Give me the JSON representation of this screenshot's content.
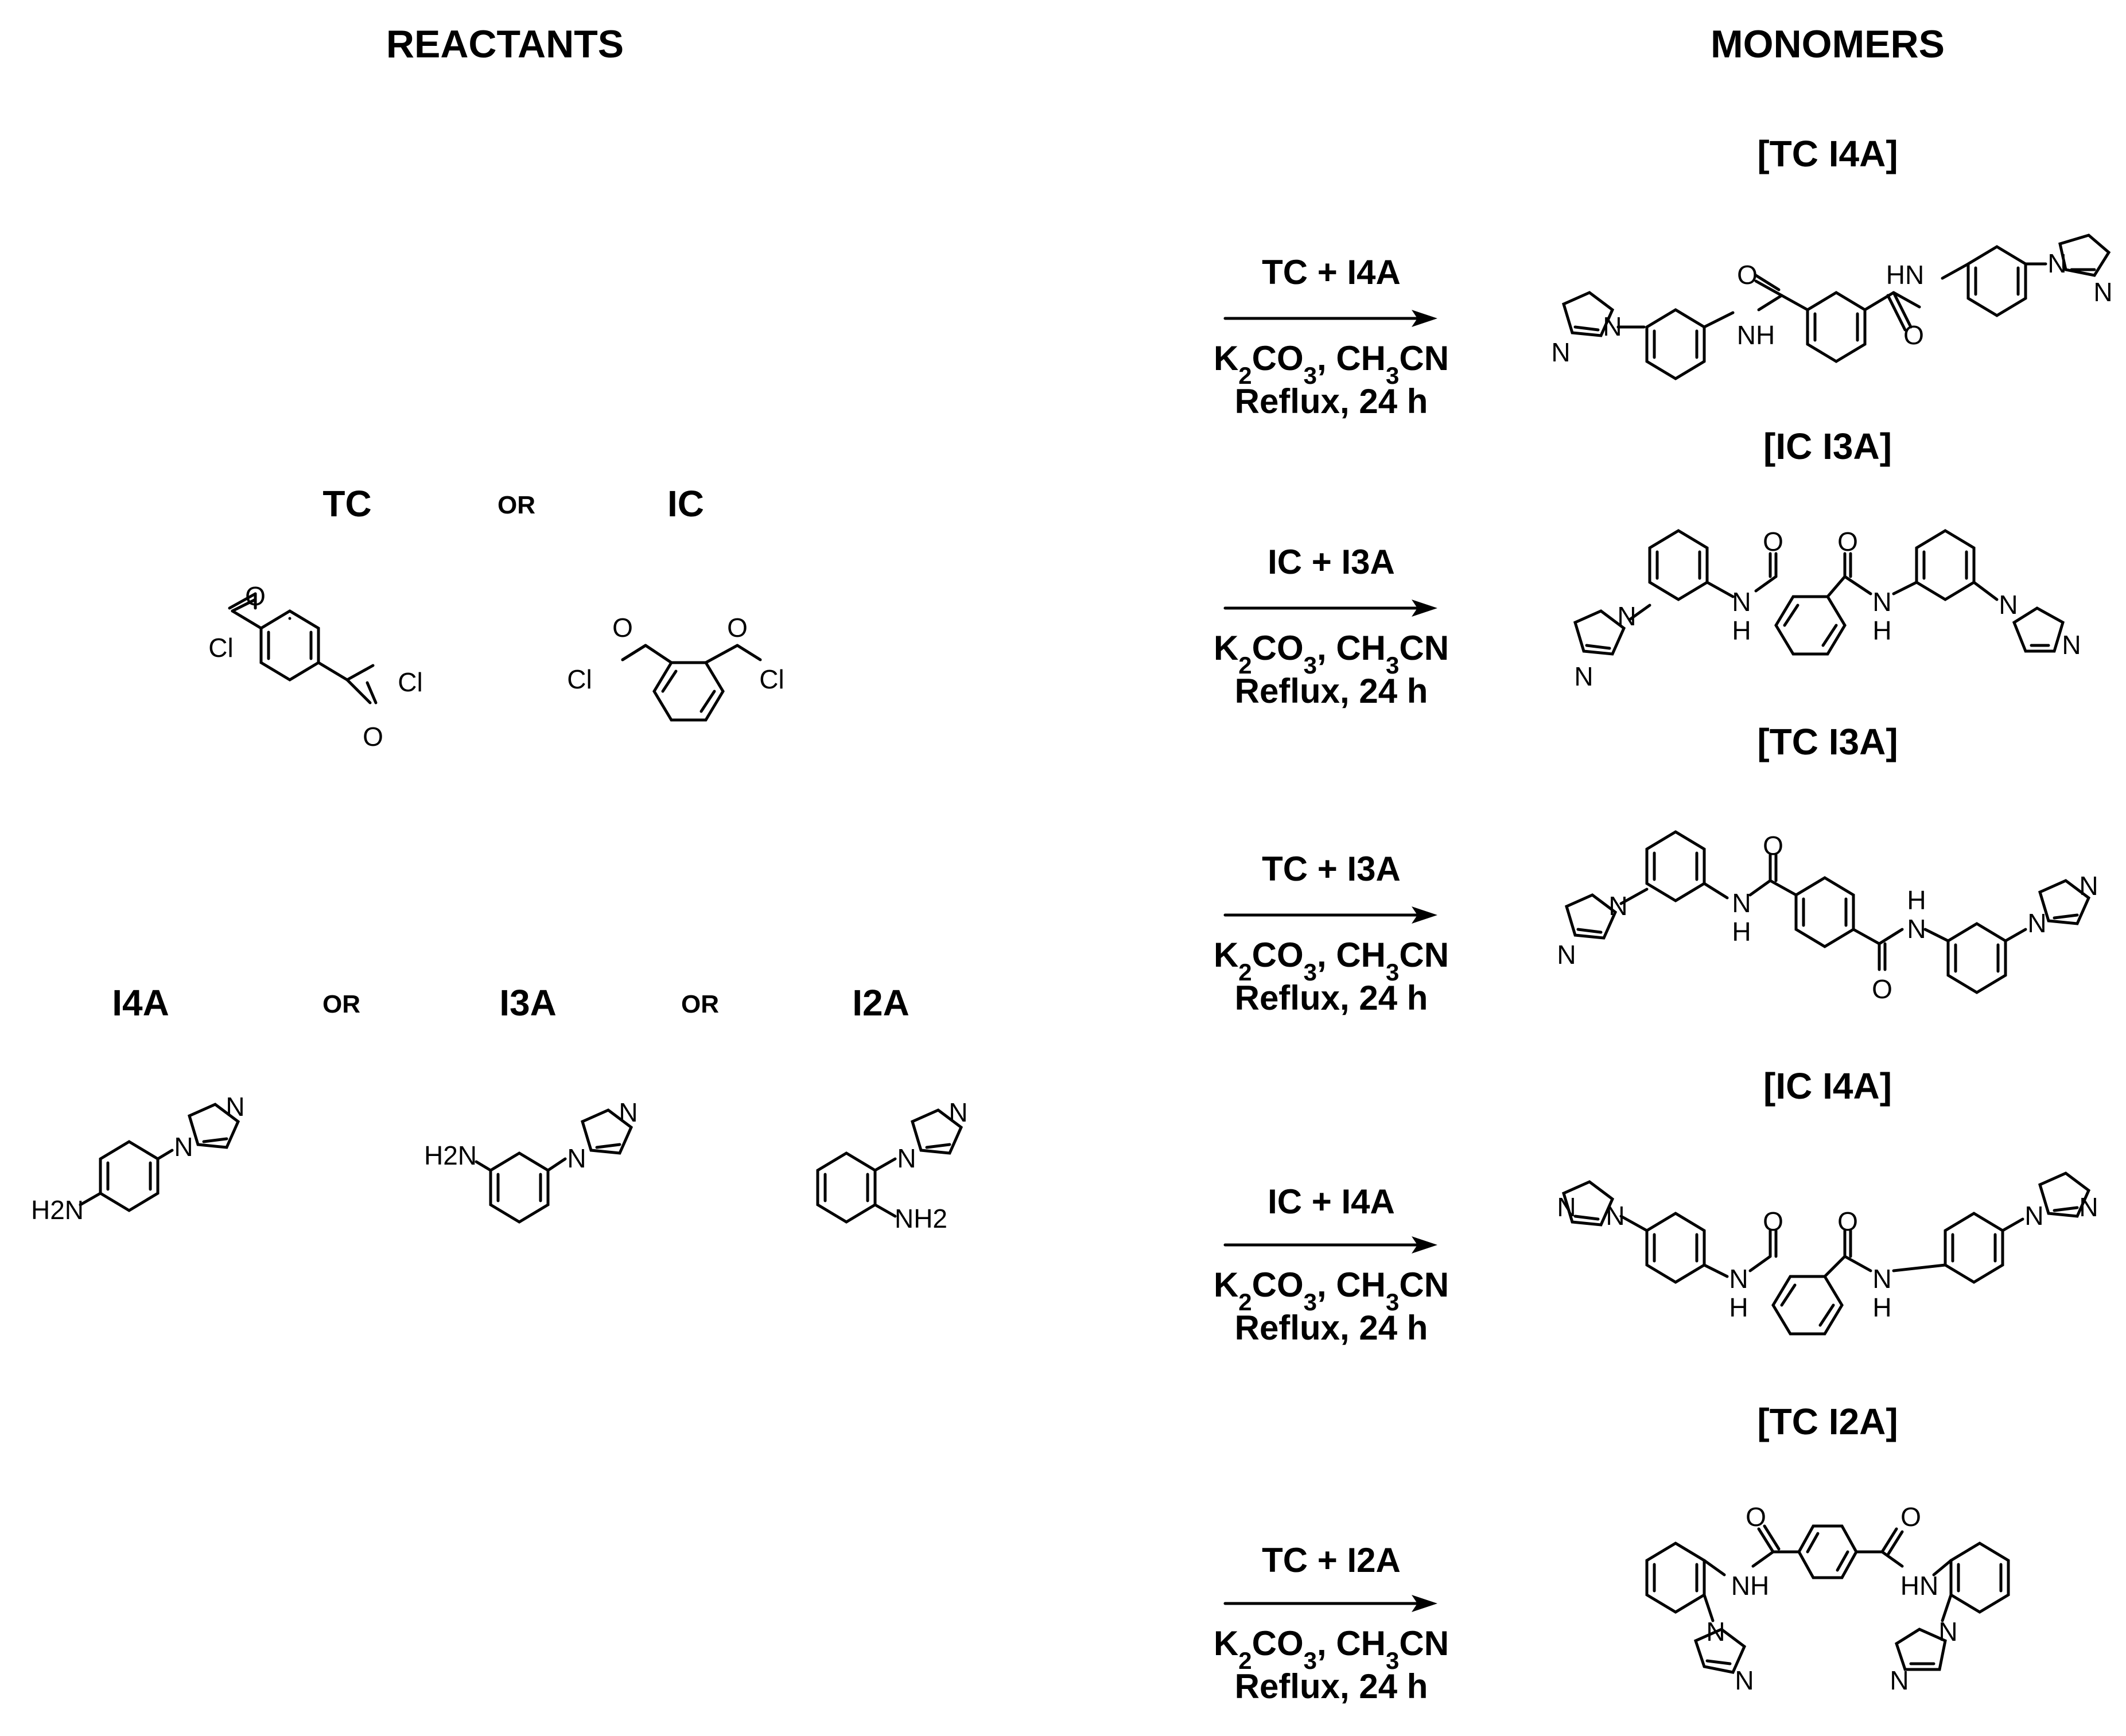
{
  "headings": {
    "reactants": "REACTANTS",
    "monomers": "MONOMERS"
  },
  "acid_chlorides": {
    "tc": "TC",
    "or": "OR",
    "ic": "IC"
  },
  "amines": {
    "i4a": "I4A",
    "or1": "OR",
    "i3a": "I3A",
    "or2": "OR",
    "i2a": "I2A"
  },
  "reactions": [
    {
      "reagents": "TC + I4A",
      "base": "K2CO3, CH3CN",
      "time": "Reflux, 24 h",
      "product": "[TC I4A]"
    },
    {
      "reagents": "IC + I3A",
      "base": "K2CO3, CH3CN",
      "time": "Reflux, 24 h",
      "product": "[IC I3A]"
    },
    {
      "reagents": "TC + I3A",
      "base": "K2CO3, CH3CN",
      "time": "Reflux, 24 h",
      "product": "[TC I3A]"
    },
    {
      "reagents": "IC + I4A",
      "base": "K2CO3, CH3CN",
      "time": "Reflux, 24 h",
      "product": "[IC I4A]"
    },
    {
      "reagents": "TC + I2A",
      "base": "K2CO3, CH3CN",
      "time": "Reflux, 24 h",
      "product": "[TC I2A]"
    }
  ],
  "atoms": {
    "cl": "Cl",
    "o": "O",
    "n": "N",
    "nh": "NH",
    "hn": "HN",
    "h": "H",
    "h2n": "H2N",
    "nh2": "NH2"
  }
}
